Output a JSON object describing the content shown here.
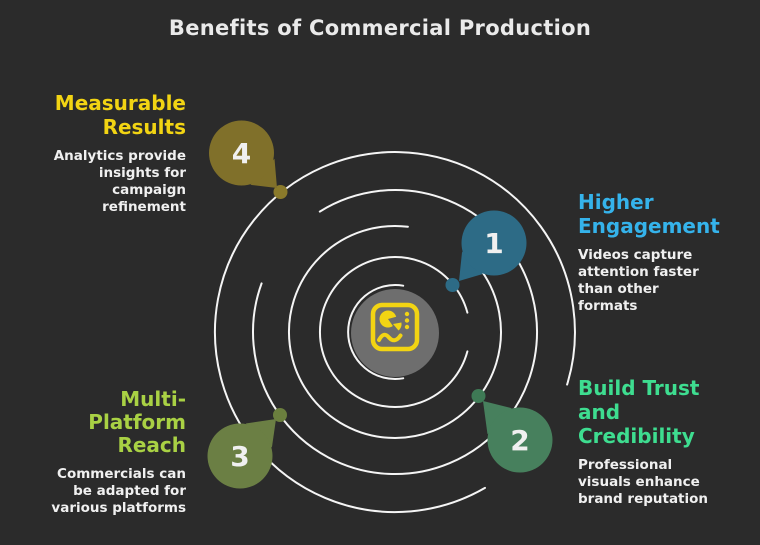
{
  "title": "Benefits of Commercial Production",
  "colors": {
    "background": "#2b2b2b",
    "title_text": "#eaeaea",
    "body_text": "#f0f0f0",
    "arc": "#f5f5f5",
    "center_circle": "#6e6e6e",
    "icon": "#f2d413"
  },
  "center_icon": "analytics-dashboard-icon",
  "items": [
    {
      "number": "1",
      "title": "Higher\nEngagement",
      "description": "Videos capture\nattention faster\nthan other\nformats",
      "title_color": "#35b3eb",
      "bubble_color": "#2d6b86",
      "dot_color": "#2d6b86"
    },
    {
      "number": "2",
      "title": "Build Trust\nand\nCredibility",
      "description": "Professional\nvisuals enhance\nbrand reputation",
      "title_color": "#3edd90",
      "bubble_color": "#47805d",
      "dot_color": "#3e7a55"
    },
    {
      "number": "3",
      "title": "Multi-\nPlatform\nReach",
      "description": "Commercials can\nbe adapted for\nvarious platforms",
      "title_color": "#a9d144",
      "bubble_color": "#6b7f44",
      "dot_color": "#6b7f3e"
    },
    {
      "number": "4",
      "title": "Measurable\nResults",
      "description": "Analytics provide\ninsights for\ncampaign\nrefinement",
      "title_color": "#f2d413",
      "bubble_color": "#80702a",
      "dot_color": "#8a7a2b"
    }
  ]
}
